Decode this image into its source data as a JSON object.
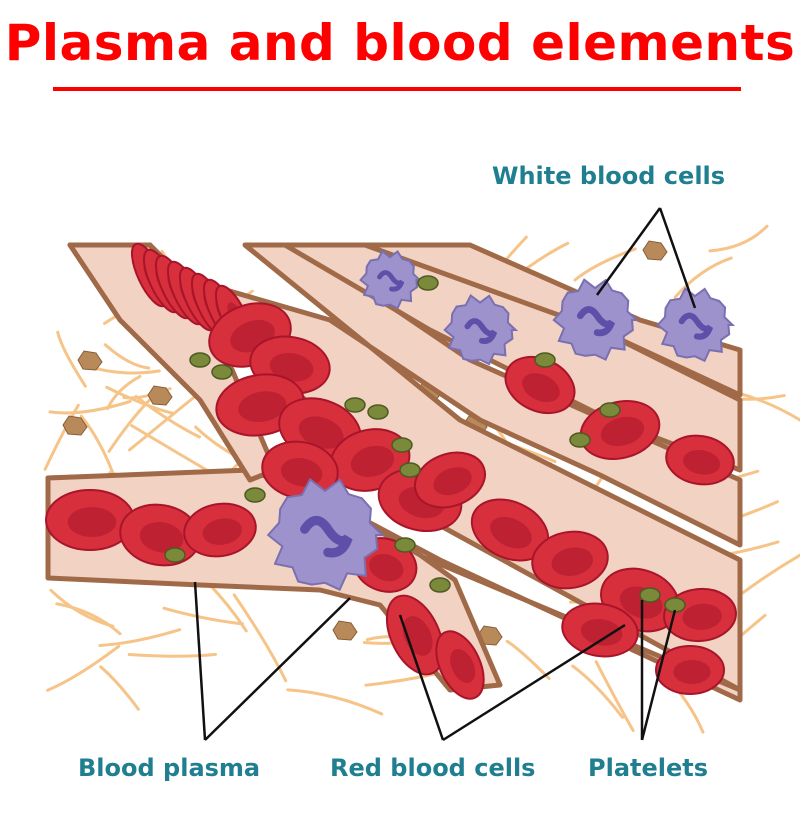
{
  "title": "Plasma and blood elements",
  "labels": {
    "white_blood_cells": "White blood cells",
    "blood_plasma": "Blood plasma",
    "red_blood_cells": "Red blood cells",
    "platelets": "Platelets"
  },
  "colors": {
    "title": "#ff0000",
    "label": "#1f7f90",
    "plasma": "#f2d2c2",
    "vessel_wall": "#a06a48",
    "red_cell": "#d72f3c",
    "red_cell_dark": "#a8152a",
    "white_cell": "#9d92cc",
    "white_cell_nucleus": "#5e50a8",
    "platelet": "#7a8a3a",
    "fiber": "#f6c488",
    "tissue_bit": "#b88a5a"
  }
}
